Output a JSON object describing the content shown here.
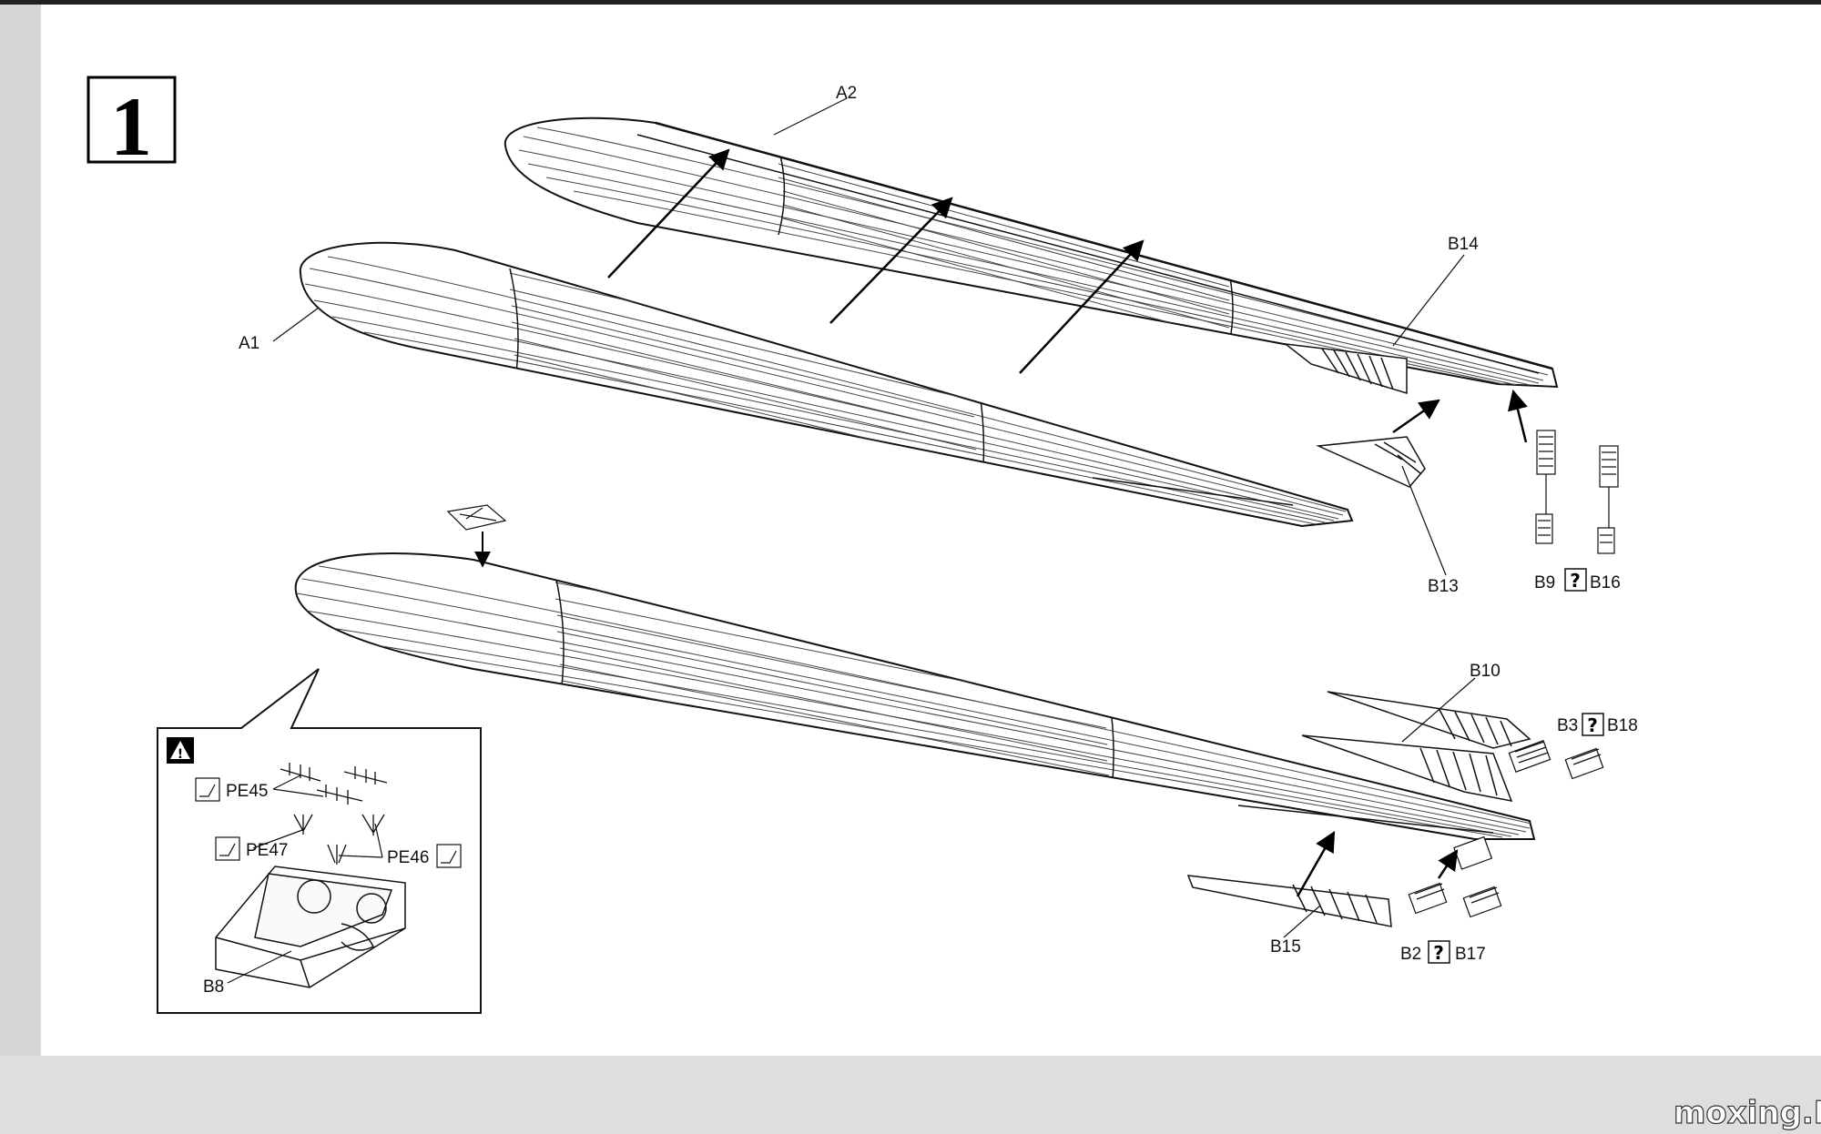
{
  "step": {
    "number": "1"
  },
  "labels": {
    "A1": "A1",
    "A2": "A2",
    "B13": "B13",
    "B14": "B14",
    "B9": "B9",
    "B16": "B16",
    "B10": "B10",
    "B3": "B3",
    "B18": "B18",
    "B15": "B15",
    "B2": "B2",
    "B17": "B17",
    "B8": "B8",
    "PE45": "PE45",
    "PE46": "PE46",
    "PE47": "PE47"
  },
  "symbols": {
    "mirror": "?",
    "warning": "!"
  },
  "watermark": "moxing.NET",
  "icons": [
    "warning-icon",
    "photo-etch-icon",
    "mirror-pair-icon",
    "assembly-arrow-icon"
  ]
}
